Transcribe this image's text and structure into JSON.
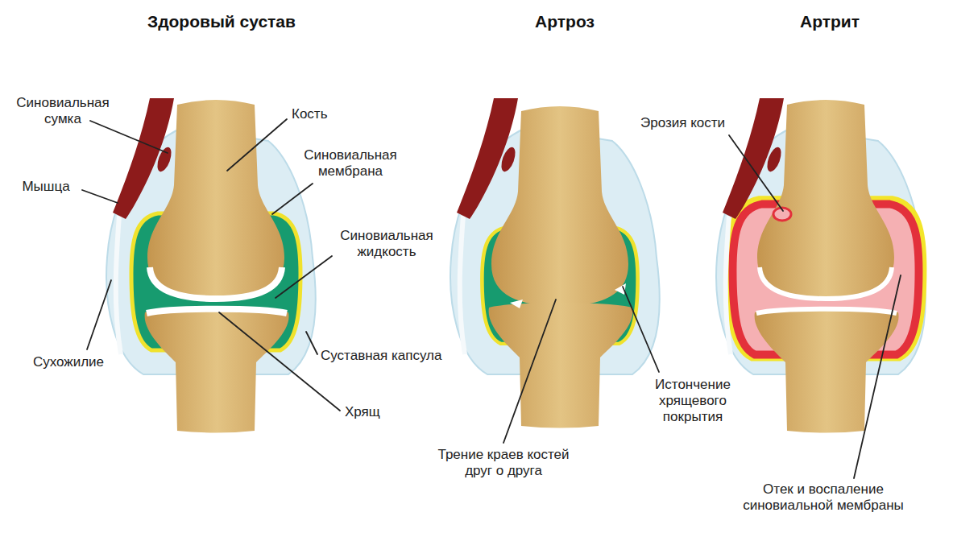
{
  "diagram": {
    "labels": [
      "Здоровый сустав",
      "Артроз",
      "Артрит",
      "Синовиальная сумка",
      "Кость",
      "Эрозия кости",
      "Синовиальная мембрана",
      "Мышца",
      "Синовиальная жидкость",
      "Сухожилие",
      "Суставная капсула",
      "Истончение хрящевого покрытия",
      "Хрящ",
      "Трение краев костей друг о друга",
      "Отек и воспаление синовиальной мембраны"
    ]
  }
}
